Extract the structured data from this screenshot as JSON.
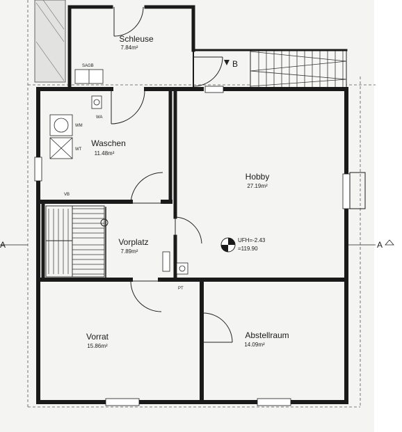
{
  "rooms": [
    {
      "id": "schleuse",
      "name": "Schleuse",
      "area": "7.84m²"
    },
    {
      "id": "waschen",
      "name": "Waschen",
      "area": "11.48m²"
    },
    {
      "id": "hobby",
      "name": "Hobby",
      "area": "27.19m²"
    },
    {
      "id": "vorplatz",
      "name": "Vorplatz",
      "area": "7.89m²"
    },
    {
      "id": "vorrat",
      "name": "Vorrat",
      "area": "15.86m²"
    },
    {
      "id": "abstellraum",
      "name": "Abstellraum",
      "area": "14.09m²"
    }
  ],
  "fixtures": {
    "sagb": "SAGB",
    "wa": "WA",
    "wm": "WM",
    "wt": "WT",
    "vb": "VB",
    "pt": "PT",
    "b": "B"
  },
  "level_marker": {
    "ufh": "UFH=-2.43",
    "elevation": "=119.90"
  },
  "section_marks": {
    "left": "A",
    "right": "A"
  },
  "colors": {
    "background": "#f4f4f2",
    "wall": "#1a1a1a",
    "line": "#333333"
  }
}
